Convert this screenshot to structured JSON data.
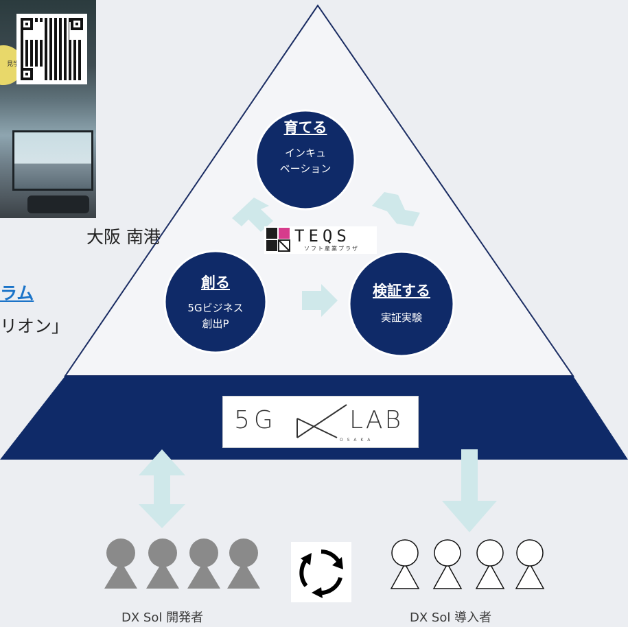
{
  "left_panel": {
    "photo_badge": "見学",
    "location_text": "大阪 南港",
    "program_link": "ラム",
    "pavilion_text": "リオン」"
  },
  "circles": {
    "grow": {
      "title": "育てる",
      "line1": "インキュ",
      "line2": "ベーション"
    },
    "create": {
      "title": "創る",
      "line1": "5Gビジネス",
      "line2": "創出P"
    },
    "verify": {
      "title": "検証する",
      "line1": "実証実験"
    }
  },
  "teqs_logo": {
    "wordmark": "TEQS",
    "tagline": "ソフト産業プラザ"
  },
  "lab_logo": {
    "left": "5G",
    "right": "LAB",
    "sub": "O S A K A"
  },
  "groups": {
    "developers_caption": "DX Sol 開発者",
    "adopters_caption": "DX Sol 導入者"
  },
  "colors": {
    "navy": "#0f2a68",
    "arrow": "#cfe8ea",
    "background": "#eceef2",
    "person_filled": "#8a8a8a",
    "link": "#1a73c8"
  }
}
